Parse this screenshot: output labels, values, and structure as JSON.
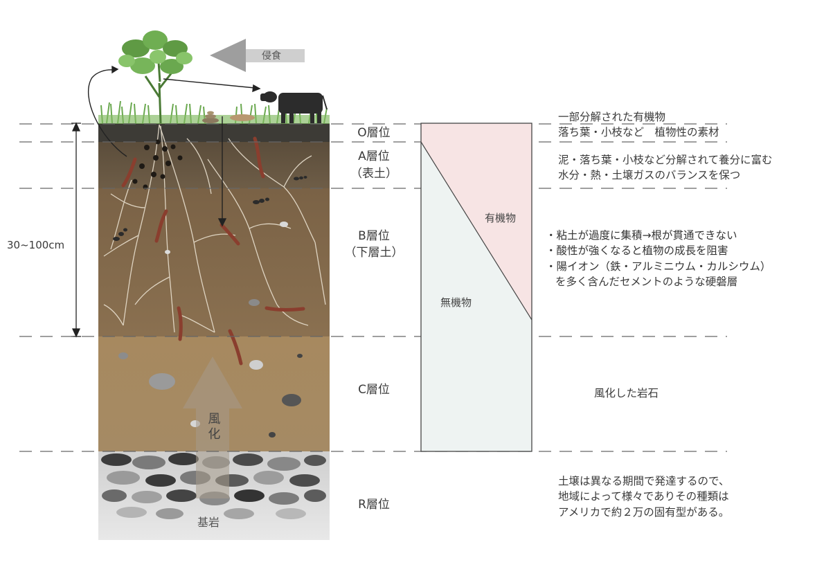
{
  "depth_label": "30~100cm",
  "erosion_label": "侵食",
  "weathering_label": "風化",
  "bedrock_label": "基岩",
  "layers": {
    "o": {
      "name": "O層位",
      "desc": [
        "一部分解された有機物",
        "落ち葉・小枝など　植物性の素材"
      ]
    },
    "a": {
      "name": "A層位",
      "sub": "（表土）",
      "desc": [
        "泥・落ち葉・小枝など分解されて養分に富む",
        "水分・熱・土壌ガスのバランスを保つ"
      ]
    },
    "b": {
      "name": "B層位",
      "sub": "（下層土）",
      "bullets": [
        "粘土が過度に集積→根が貫通できない",
        "酸性が強くなると植物の成長を阻害",
        "陽イオン（鉄・アルミニウム・カルシウム）"
      ],
      "bullet_cont": "を多く含んだセメントのような硬磐層"
    },
    "c": {
      "name": "C層位",
      "desc": [
        "風化した岩石"
      ]
    },
    "r": {
      "name": "R層位",
      "desc": [
        "土壌は異なる期間で発達するので、",
        "地域によって様々でありその種類は",
        "アメリカで約２万の固有型がある。"
      ]
    }
  },
  "composition": {
    "organic_label": "有機物",
    "inorganic_label": "無機物"
  },
  "colors": {
    "o_layer": "#3d3b36",
    "a_layer": "#6b5a44",
    "b_layer": "#83694a",
    "c_layer": "#a68a63",
    "r_layer": "#c7c7c7",
    "organic": "#f7e4e4",
    "inorganic": "#eef3f2",
    "root": "#e9e0cf",
    "worm": "#8a3e2e",
    "grass": "#6aa84f"
  },
  "icons": [
    "plant-icon",
    "cow-icon",
    "erosion-arrow-icon",
    "weathering-arrow-icon",
    "worm-icon",
    "ant-icon",
    "pebble-icon"
  ]
}
